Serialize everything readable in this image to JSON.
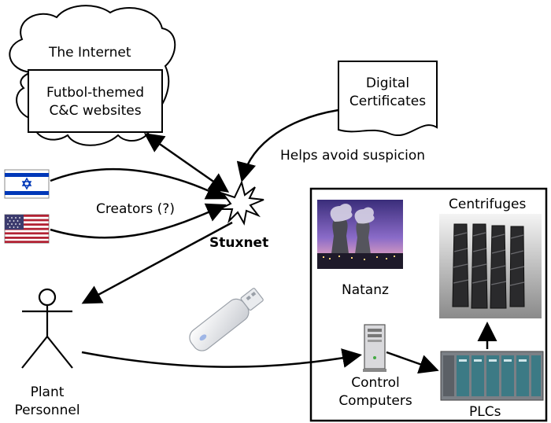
{
  "nodes": {
    "internet": "The Internet",
    "cnc_line1": "Futbol-themed",
    "cnc_line2": "C&C websites",
    "cert_line1": "Digital",
    "cert_line2": "Certificates",
    "stuxnet": "Stuxnet",
    "personnel_line1": "Plant",
    "personnel_line2": "Personnel",
    "natanz": "Natanz",
    "centrifuges": "Centrifuges",
    "control_line1": "Control",
    "control_line2": "Computers",
    "plcs": "PLCs"
  },
  "edge_labels": {
    "creators": "Creators (?)",
    "helps": "Helps avoid suspicion"
  },
  "icons": [
    "israel-flag-icon",
    "usa-flag-icon",
    "usb-drive-icon",
    "tower-computer-icon",
    "plc-rack-icon",
    "centrifuge-image",
    "natanz-photo",
    "stick-figure-icon",
    "explosion-star-icon",
    "cloud-icon",
    "document-icon"
  ],
  "colors": {
    "line": "#000000",
    "israel_blue": "#0038b8",
    "usa_red": "#b22234",
    "usa_blue": "#3c3b6e"
  }
}
